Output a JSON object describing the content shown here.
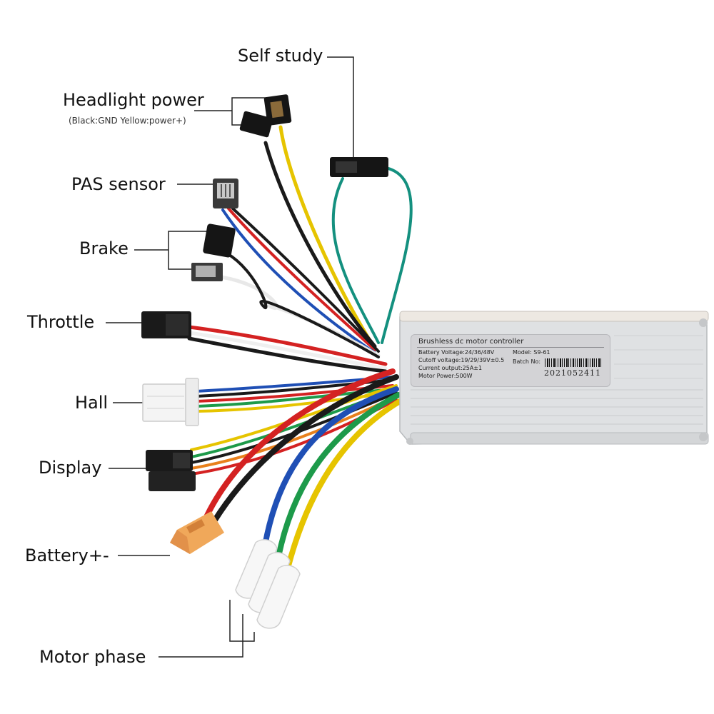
{
  "labels": {
    "self_study": "Self study",
    "headlight_power": "Headlight power",
    "headlight_note": "(Black:GND Yellow:power+)",
    "pas_sensor": "PAS sensor",
    "brake": "Brake",
    "throttle": "Throttle",
    "hall": "Hall",
    "display": "Display",
    "battery": "Battery+-",
    "motor_phase": "Motor phase"
  },
  "controller_label": {
    "title": "Brushless dc motor controller",
    "battery_voltage": "Battery Voltage:24/36/48V",
    "cutoff_voltage": "Cutoff voltage:19/29/39V±0.5",
    "current_output": "Current output:25A±1",
    "motor_power": "Motor Power:500W",
    "model": "Model:  S9-61",
    "batch_no_label": "Batch No:",
    "batch_no": "2021052411"
  },
  "colors": {
    "red": "#d42222",
    "black": "#1a1a1a",
    "yellow": "#e6c400",
    "blue": "#1f4fb5",
    "green": "#1d9a4a",
    "teal": "#14907f",
    "white": "#f2f2f2",
    "orange": "#e8801c",
    "housing": "#e4e6e8",
    "xt60": "#f0a85a"
  }
}
